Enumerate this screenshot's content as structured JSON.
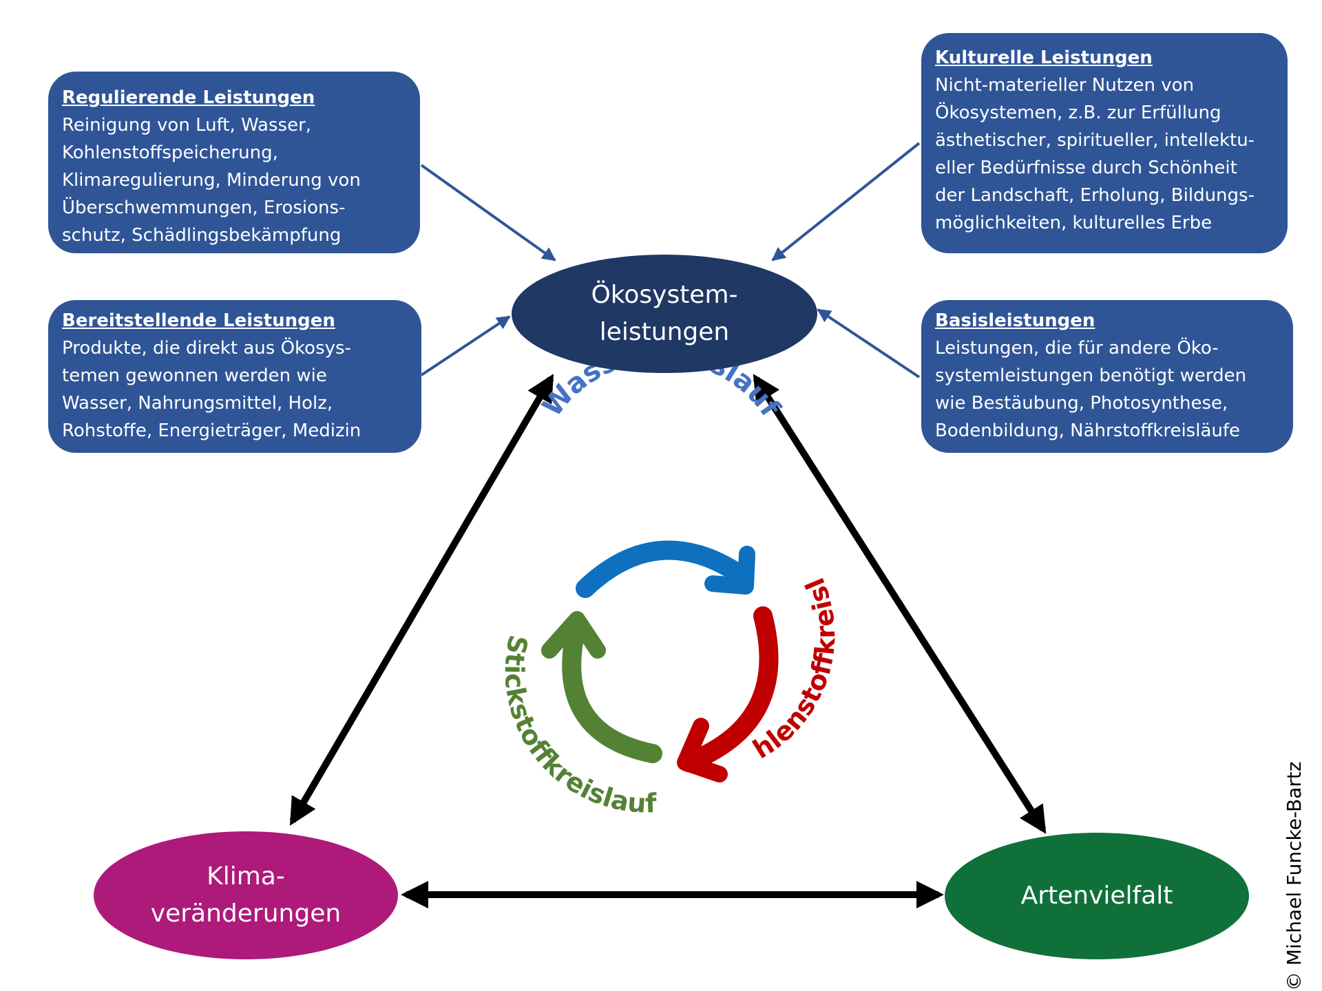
{
  "center_node": {
    "lines": [
      "Ökosystem-",
      "leistungen"
    ],
    "color": "#1f3864"
  },
  "nodes": {
    "klima": {
      "lines": [
        "Klima-",
        "veränderungen"
      ],
      "color": "#ad1a7a"
    },
    "arten": {
      "lines": [
        "Artenvielfalt"
      ],
      "color": "#10703a"
    }
  },
  "boxes": {
    "regulierend": {
      "heading": "Regulierende Leistungen",
      "lines": [
        "Reinigung von Luft, Wasser,",
        "Kohlenstoffspeicherung,",
        "Klimaregulierung, Minderung von",
        "Überschwemmungen, Erosions-",
        "schutz, Schädlingsbekämpfung"
      ]
    },
    "bereitstellend": {
      "heading": "Bereitstellende Leistungen",
      "lines": [
        "Produkte, die direkt aus Ökosys-",
        "temen gewonnen werden wie",
        "Wasser,  Nahrungsmittel, Holz,",
        "Rohstoffe, Energieträger, Medizin"
      ]
    },
    "kulturell": {
      "heading": "Kulturelle Leistungen",
      "lines": [
        "Nicht-materieller Nutzen von",
        "Ökosystemen, z.B. zur Erfüllung",
        "ästhetischer, spiritueller, intellektu-",
        "eller Bedürfnisse durch Schönheit",
        "der Landschaft, Erholung, Bildungs-",
        "möglichkeiten, kulturelles Erbe"
      ]
    },
    "basis": {
      "heading": "Basisleistungen",
      "lines": [
        "Leistungen, die für andere Öko-",
        "systemleistungen benötigt werden",
        "wie Bestäubung, Photosynthese,",
        "Bodenbildung, Nährstoffkreisläufe"
      ]
    }
  },
  "cycles": {
    "wasser": {
      "label": "Wasserkreislauf",
      "color": "#4472c4",
      "arrow_color": "#0f70c0"
    },
    "kohlenstoff": {
      "label": "Kohlenstoffkreislauf",
      "color": "#c00000"
    },
    "stickstoff": {
      "label": "Stickstoffkreislauf",
      "color": "#548235"
    }
  },
  "copyright": "© Michael Funcke-Bartz",
  "colors": {
    "box": "#2f5597",
    "connector": "#2f5597",
    "black_arrow": "#000000"
  }
}
